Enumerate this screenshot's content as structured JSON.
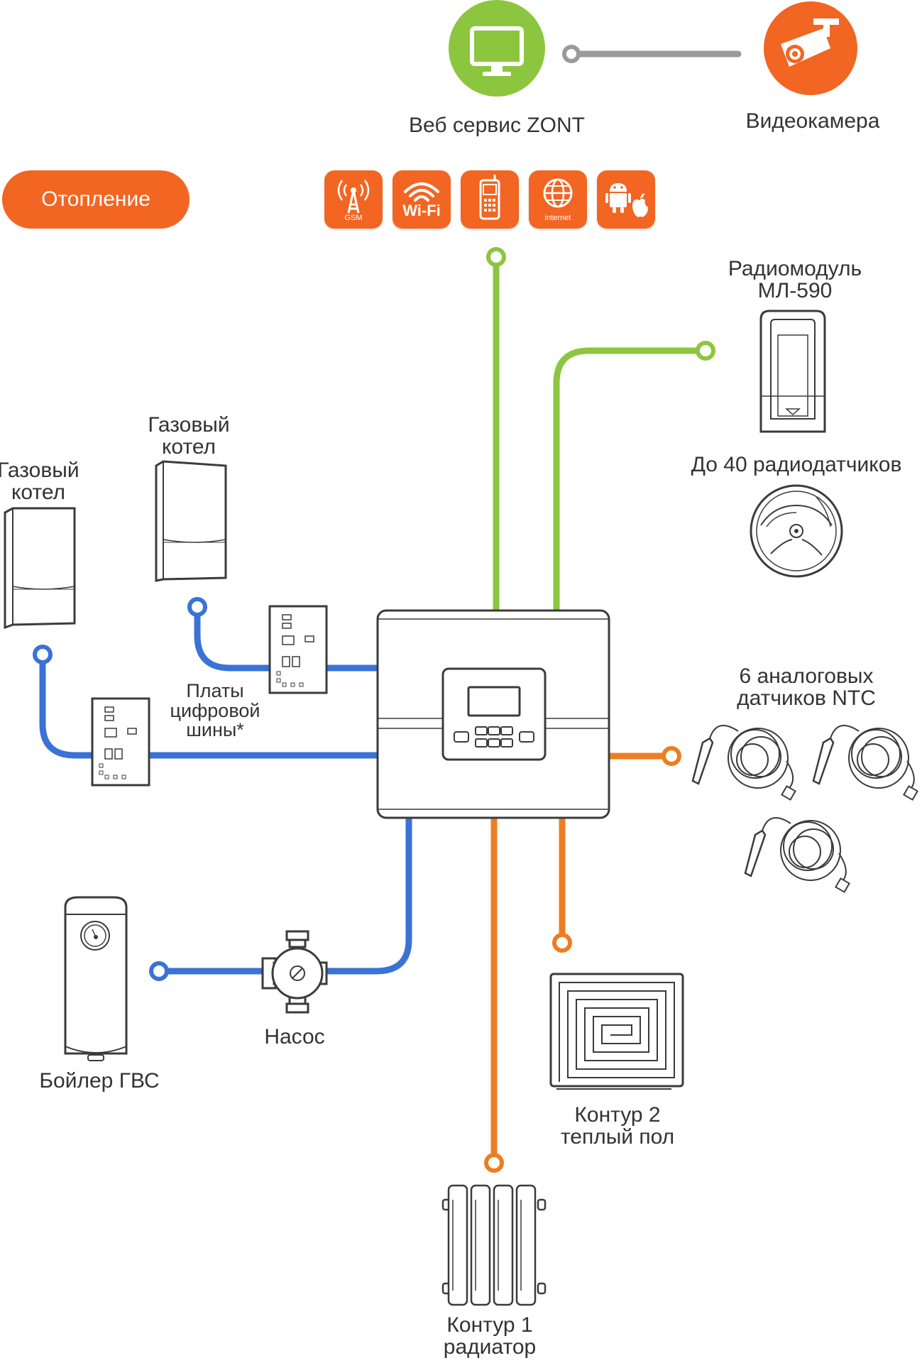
{
  "colors": {
    "orange": "#f26522",
    "green": "#8cc63f",
    "blue": "#3a72d6",
    "connector_orange": "#ed7d22",
    "gray_link": "#9a9a9a",
    "outline": "#3b3b3b"
  },
  "badge": {
    "label": "Отопление"
  },
  "top": {
    "web_service": {
      "label": "Веб сервис ZONT",
      "icon": "monitor-icon"
    },
    "camera": {
      "label": "Видеокамера",
      "icon": "security-camera-icon"
    }
  },
  "channels": [
    {
      "icon": "gsm-antenna-icon",
      "caption": "GSM"
    },
    {
      "icon": "wifi-icon",
      "caption": "Wi-Fi"
    },
    {
      "icon": "mobile-phone-icon",
      "caption": ""
    },
    {
      "icon": "globe-icon",
      "caption": "internet"
    },
    {
      "icon": "android-apple-icon",
      "caption": ""
    }
  ],
  "devices": {
    "radio_module": {
      "label_line1": "Радиомодуль",
      "label_line2": "МЛ-590"
    },
    "radio_sensors": {
      "label": "До 40 радиодатчиков"
    },
    "boiler_left": {
      "label_line1": "Газовый",
      "label_line2": "котел"
    },
    "boiler_mid": {
      "label_line1": "Газовый",
      "label_line2": "котел"
    },
    "digital_bus": {
      "label_line1": "Платы",
      "label_line2": "цифровой",
      "label_line3": "шины*"
    },
    "ntc_sensors": {
      "label_line1": "6 аналоговых",
      "label_line2": "датчиков NTC"
    },
    "pump": {
      "label": "Насос"
    },
    "dhw_boiler": {
      "label": "Бойлер ГВС"
    },
    "circuit_2": {
      "label_line1": "Контур 2",
      "label_line2": "теплый пол"
    },
    "circuit_1": {
      "label_line1": "Контур 1",
      "label_line2": "радиатор"
    }
  }
}
